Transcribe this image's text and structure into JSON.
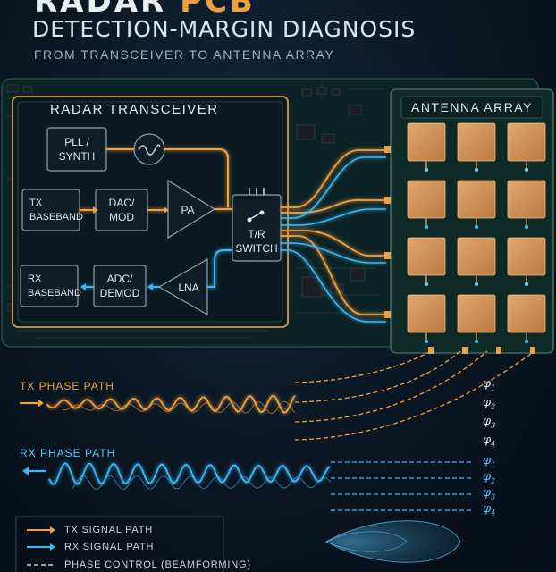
{
  "header": {
    "title_prefix": "RADAR ",
    "title_accent": "PCB",
    "subtitle": "DETECTION-MARGIN DIAGNOSIS",
    "tagline": "FROM TRANSCEIVER TO ANTENNA ARRAY"
  },
  "transceiver": {
    "label": "RADAR TRANSCEIVER",
    "blocks": {
      "pll": "PLL /\nSYNTH",
      "tx_baseband": "TX\nBASEBAND",
      "dac": "DAC/\nMOD",
      "pa": "PA",
      "rx_baseband": "RX\nBASEBAND",
      "adc": "ADC/\nDEMOD",
      "lna": "LNA",
      "switch": "T/R\nSWITCH"
    }
  },
  "antenna": {
    "label": "ANTENNA ARRAY",
    "grid": [
      4,
      3
    ]
  },
  "phase": {
    "tx_label": "TX PHASE PATH",
    "rx_label": "RX PHASE PATH",
    "tx_phases": [
      {
        "sym": "φ",
        "idx": "1"
      },
      {
        "sym": "φ",
        "idx": "2"
      },
      {
        "sym": "φ",
        "idx": "3"
      },
      {
        "sym": "φ",
        "idx": "4"
      }
    ],
    "rx_phases": [
      {
        "sym": "φ",
        "idx": "1"
      },
      {
        "sym": "φ",
        "idx": "2"
      },
      {
        "sym": "φ",
        "idx": "3"
      },
      {
        "sym": "φ",
        "idx": "4"
      }
    ]
  },
  "legend": {
    "items": [
      {
        "label": "TX SIGNAL PATH",
        "color": "#f0a040"
      },
      {
        "label": "RX SIGNAL PATH",
        "color": "#3fb8f5"
      },
      {
        "label": "PHASE CONTROL (BEAMFORMING)",
        "color": "#c7d4de"
      }
    ]
  },
  "colors": {
    "tx": "#f0a040",
    "rx": "#3fb8f5",
    "board": "#0f2a2a",
    "patch": "#d4955a"
  }
}
